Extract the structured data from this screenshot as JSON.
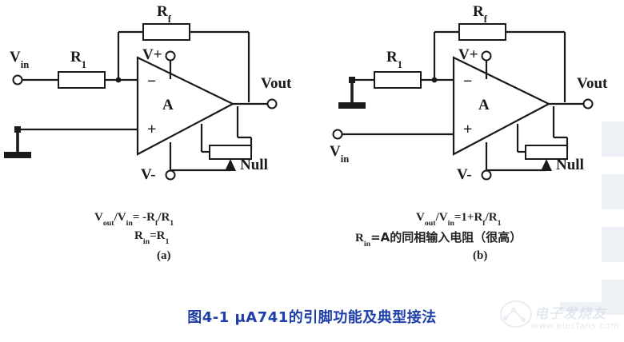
{
  "figure": {
    "caption": "图4-1  μA741的引脚功能及典型接法",
    "caption_color": "#1f3fa8",
    "line_color": "#1a1a1a",
    "background": "#ffffff"
  },
  "circuit_a": {
    "panel_label": "(a)",
    "labels": {
      "vin": "V",
      "vin_sub": "in",
      "r1": "R",
      "r1_sub": "1",
      "rf": "R",
      "rf_sub": "f",
      "vplus": "V+",
      "vminus": "V-",
      "vout": "Vout",
      "amp": "A",
      "minus": "−",
      "plus": "+",
      "null": "Null"
    },
    "formula_line1": "V_out/V_in= -R_f/R_1",
    "formula_line2": "R_in=R_1",
    "formula1_parts": {
      "v1": "V",
      "v1_sub": "out",
      "slash1": "/",
      "v2": "V",
      "v2_sub": "in",
      "eq": "= -",
      "r_f": "R",
      "r_f_sub": "f",
      "slash2": "/",
      "r_1": "R",
      "r_1_sub": "1"
    },
    "formula2_parts": {
      "r_in": "R",
      "r_in_sub": "in",
      "eq": "=",
      "r_1": "R",
      "r_1_sub": "1"
    }
  },
  "circuit_b": {
    "panel_label": "(b)",
    "labels": {
      "vin": "V",
      "vin_sub": "in",
      "r1": "R",
      "r1_sub": "1",
      "rf": "R",
      "rf_sub": "f",
      "vplus": "V+",
      "vminus": "V-",
      "vout": "Vout",
      "amp": "A",
      "minus": "−",
      "plus": "+",
      "null": "Null"
    },
    "formula_line1": "V_out/V_in=1+R_f/R_1",
    "formula_line2": "R_in=A的同相输入电阻（很高）",
    "formula1_parts": {
      "v1": "V",
      "v1_sub": "out",
      "slash1": "/",
      "v2": "V",
      "v2_sub": "in",
      "eq": "=1+",
      "r_f": "R",
      "r_f_sub": "f",
      "slash2": "/",
      "r_1": "R",
      "r_1_sub": "1"
    },
    "formula2_parts": {
      "r_in": "R",
      "r_in_sub": "in",
      "eq_text": "=A的同相输入电阻（很高）"
    }
  },
  "watermark": {
    "brand": "电子发烧友",
    "url": "www.elecfans.com"
  }
}
